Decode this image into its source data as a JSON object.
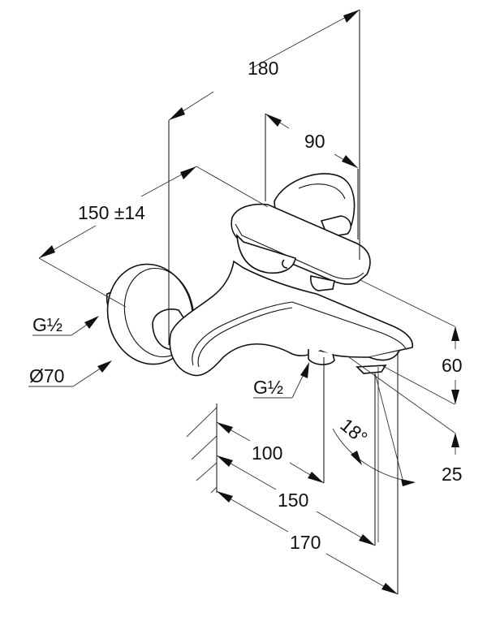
{
  "drawing": {
    "subject": "wall-mounted bath mixer faucet",
    "units": "mm",
    "colors": {
      "line": "#111111",
      "background": "#ffffff"
    }
  },
  "dimensions": {
    "overall_width": "180",
    "handle_offset": "90",
    "center_distance": "150 ±14",
    "inlet_thread": "G½",
    "rosette_diameter": "Ø70",
    "outlet_thread": "G½",
    "spout_height": "60",
    "spout_clearance": "25",
    "swivel_angle": "18°",
    "projection_outlet": "100",
    "projection_spout": "150",
    "projection_total": "170"
  }
}
